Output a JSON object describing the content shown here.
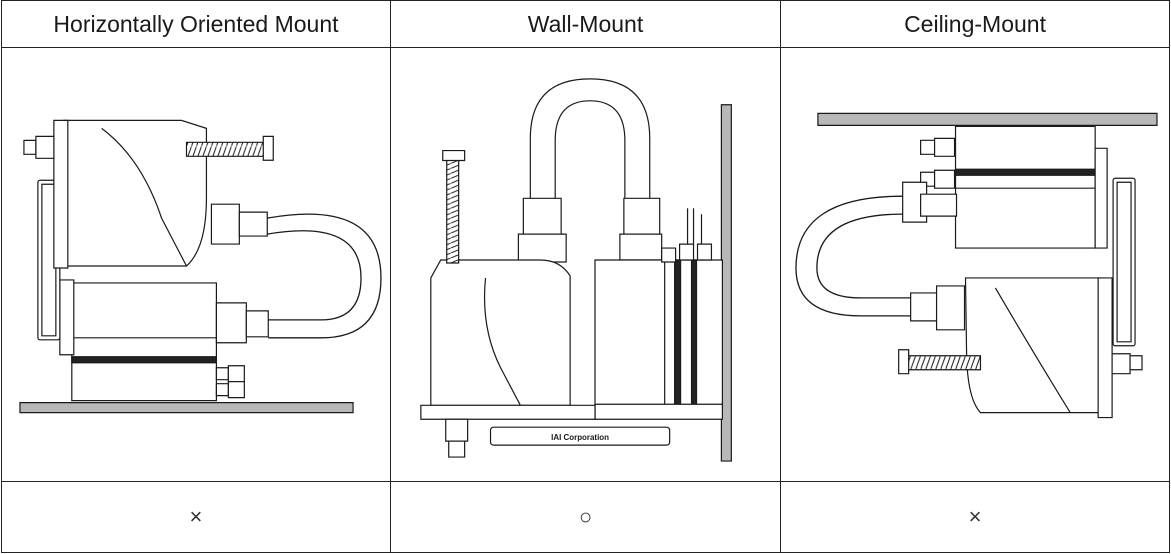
{
  "table": {
    "headers": [
      "Horizontally Oriented Mount",
      "Wall-Mount",
      "Ceiling-Mount"
    ],
    "marks": [
      "×",
      "○",
      "×"
    ],
    "brand_text": "IAI Corporation"
  },
  "colors": {
    "line": "#1a1a1a",
    "mount_surface": "#b8b8b8",
    "stripe": "#222222"
  }
}
